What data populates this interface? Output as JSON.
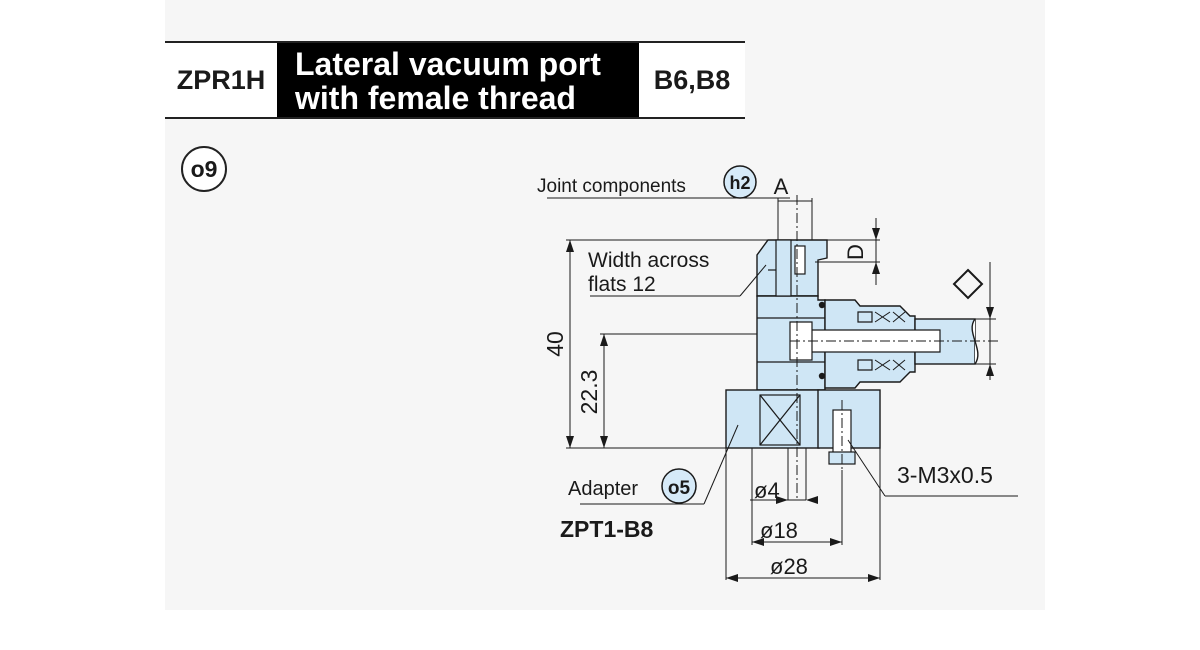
{
  "header": {
    "model": "ZPR1H",
    "title_line1": "Lateral vacuum port",
    "title_line2": "with female thread",
    "sizes": "B6,B8"
  },
  "badge_main": "o9",
  "labels": {
    "joint_components": "Joint components",
    "joint_badge": "h2",
    "dim_a": "A",
    "dim_d": "D",
    "width_across_1": "Width across",
    "width_across_2": "flats 12",
    "dim_40": "40",
    "dim_22_3": "22.3",
    "adapter": "Adapter",
    "adapter_badge": "o5",
    "adapter_part": "ZPT1-B8",
    "dia_4": "ø4",
    "dia_18": "ø18",
    "dia_28": "ø28",
    "thread": "3-M3x0.5"
  },
  "colors": {
    "part_fill": "#cfe6f5",
    "badge_fill": "#d6eaf8",
    "header_bg": "#000000"
  }
}
